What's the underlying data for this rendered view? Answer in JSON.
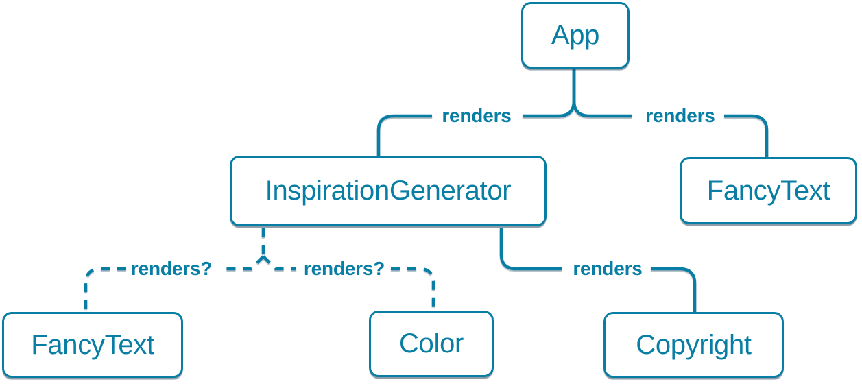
{
  "diagram": {
    "description": "React component render tree diagram",
    "accent_color": "#087EA4",
    "background_color": "#ffffff",
    "nodes": [
      {
        "id": "app",
        "label": "App"
      },
      {
        "id": "inspiration-generator",
        "label": "InspirationGenerator"
      },
      {
        "id": "fancy-text-top",
        "label": "FancyText"
      },
      {
        "id": "fancy-text-bottom",
        "label": "FancyText"
      },
      {
        "id": "color",
        "label": "Color"
      },
      {
        "id": "copyright",
        "label": "Copyright"
      }
    ],
    "edges": [
      {
        "from": "App",
        "to": "InspirationGenerator",
        "label": "renders",
        "style": "solid"
      },
      {
        "from": "App",
        "to": "FancyText",
        "label": "renders",
        "style": "solid"
      },
      {
        "from": "InspirationGenerator",
        "to": "FancyText",
        "label": "renders?",
        "style": "dashed"
      },
      {
        "from": "InspirationGenerator",
        "to": "Color",
        "label": "renders?",
        "style": "dashed"
      },
      {
        "from": "InspirationGenerator",
        "to": "Copyright",
        "label": "renders",
        "style": "solid"
      }
    ]
  }
}
